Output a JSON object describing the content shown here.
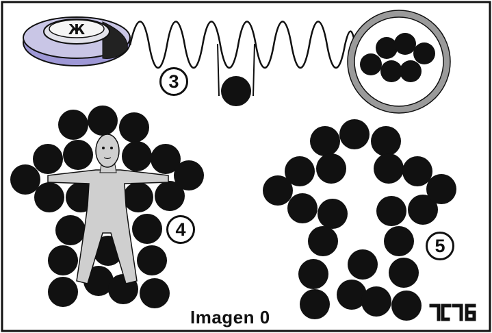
{
  "labels": {
    "panel_3": "3",
    "panel_4": "4",
    "panel_5": "5"
  },
  "caption": "Imagen 0",
  "disc_symbol": "Ж",
  "colors": {
    "ball": "#111111",
    "disc_top": "#c9c6e6",
    "disc_side": "#9e98d6",
    "figure": "#cfcfcf",
    "ring": "#9a9a9a",
    "outline": "#111111"
  },
  "icons": [
    "disc",
    "spring",
    "ball-pendulum",
    "ring",
    "human-figure",
    "corner-glyphs"
  ]
}
